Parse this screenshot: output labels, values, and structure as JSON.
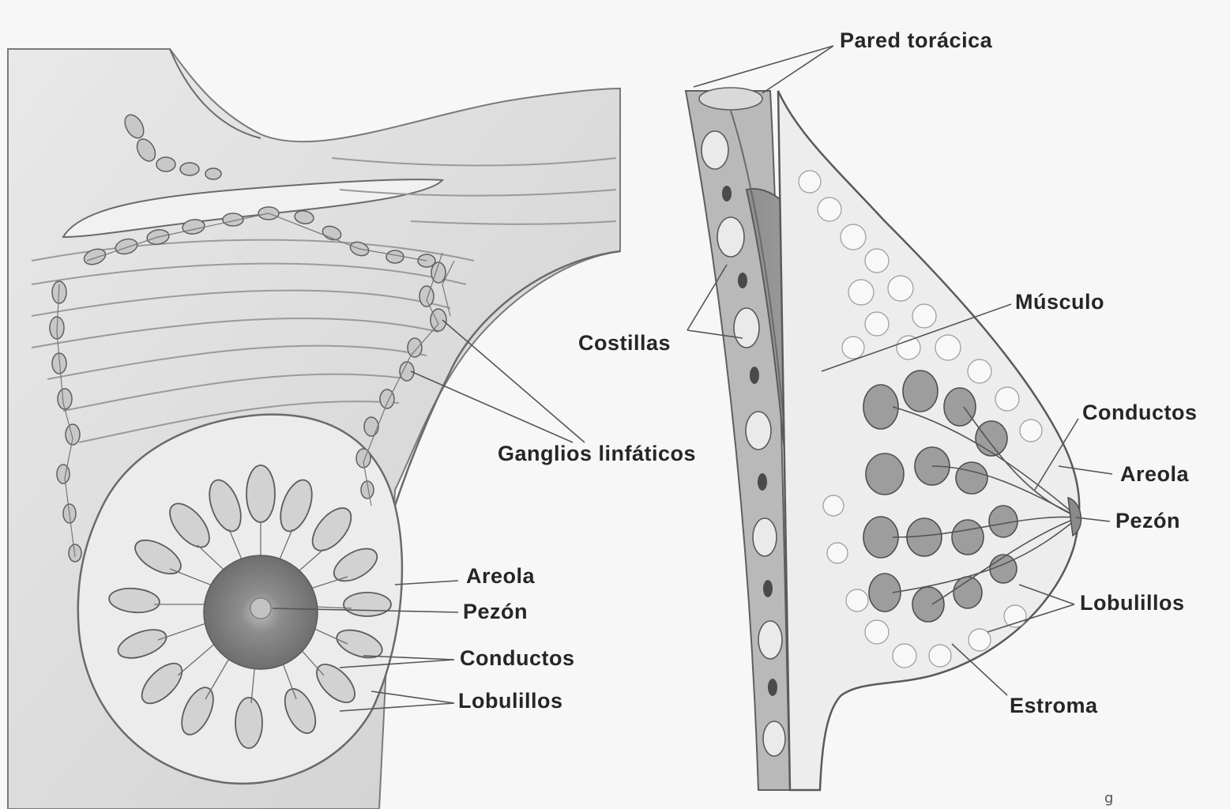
{
  "labels": {
    "pared_toracica": "Pared torácica",
    "musculo": "Músculo",
    "costillas": "Costillas",
    "ganglios_linfaticos": "Ganglios linfáticos",
    "conductos_right": "Conductos",
    "areola_right": "Areola",
    "pezon_right": "Pezón",
    "lobulillos_right": "Lobulillos",
    "estroma": "Estroma",
    "areola_left": "Areola",
    "pezon_left": "Pezón",
    "conductos_left": "Conductos",
    "lobulillos_left": "Lobulillos"
  },
  "corner_mark": "g",
  "colors": {
    "background": "#f7f7f7",
    "skin": "#e6e6e6",
    "outline": "#6a6a6a",
    "tissue_dark": "#8a8a8a",
    "areola": "#7d7d7d",
    "label_text": "#262626"
  }
}
